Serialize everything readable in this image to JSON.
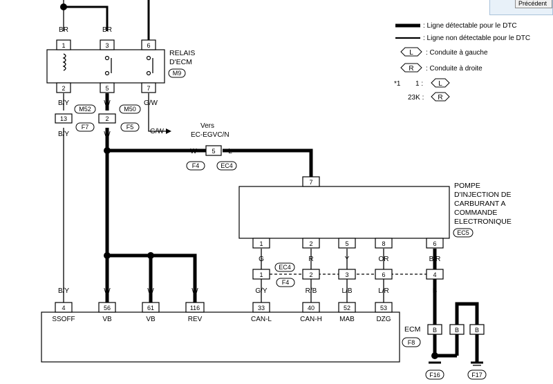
{
  "toolbar": {
    "prev_button": "Précédent"
  },
  "legend": {
    "detectable": ": Ligne détectable pour le DTC",
    "non_detectable": ": Ligne non détectable pour le DTC",
    "left_drive": "L",
    "left_drive_text": ": Conduite à gauche",
    "right_drive": "R",
    "right_drive_text": ": Conduite à droite",
    "note_mark": "*1",
    "note_1": "1 :",
    "note_1_val": "L",
    "note_23k": "23K :",
    "note_23k_val": "R"
  },
  "relay": {
    "title_1": "RELAIS",
    "title_2": "D'ECM",
    "connector": "M9",
    "top_pins": [
      "1",
      "3",
      "6"
    ],
    "bottom_pins": [
      "2",
      "5",
      "7"
    ],
    "top_wires": [
      "BR",
      "BR"
    ],
    "bottom_wires": [
      "B/Y",
      "W",
      "G/W"
    ]
  },
  "joint": {
    "conn_a": "M52",
    "conn_b": "M50",
    "conn_c": "F7",
    "conn_d": "F5",
    "pins": [
      "13",
      "2"
    ],
    "wire_a": "B/Y",
    "wire_b": "W"
  },
  "to_egvc": {
    "wire": "G/W",
    "text_1": "Vers",
    "text_2": "EC-EGVC/N"
  },
  "f4_connector": {
    "pin": "5",
    "wire_in": "W",
    "wire_out": "L",
    "conn_a": "F4",
    "conn_b": "EC4"
  },
  "pump": {
    "title_1": "POMPE",
    "title_2": "D'INJECTION DE",
    "title_3": "CARBURANT A",
    "title_4": "COMMANDE",
    "title_5": "ELECTRONIQUE",
    "connector": "EC5",
    "top_pin": "7",
    "top_wire": "L",
    "bottom_pins": [
      "1",
      "2",
      "5",
      "8",
      "6"
    ],
    "bottom_wires": [
      "G",
      "R",
      "Y",
      "OR",
      "B/R"
    ]
  },
  "inline_connector": {
    "conn_a": "EC4",
    "conn_b": "F4",
    "pins": [
      "1",
      "2",
      "3",
      "6",
      "4"
    ],
    "wires": [
      "G/Y",
      "R/B",
      "L/B",
      "L/R",
      "B"
    ]
  },
  "ecm": {
    "title": "ECM",
    "connector": "F8",
    "pins": [
      "4",
      "56",
      "61",
      "116",
      "33",
      "40",
      "52",
      "53"
    ],
    "wires": [
      "B/Y",
      "W",
      "W",
      "W",
      "G/Y",
      "R/B",
      "L/B",
      "L/R"
    ],
    "terminals": [
      "SSOFF",
      "VB",
      "VB",
      "REV",
      "CAN-L",
      "CAN-H",
      "MAB",
      "DZG"
    ]
  },
  "grounds": {
    "wire_1": "B",
    "wire_2": "B",
    "wire_3": "B",
    "ground_a": "F16",
    "ground_b": "F17"
  }
}
